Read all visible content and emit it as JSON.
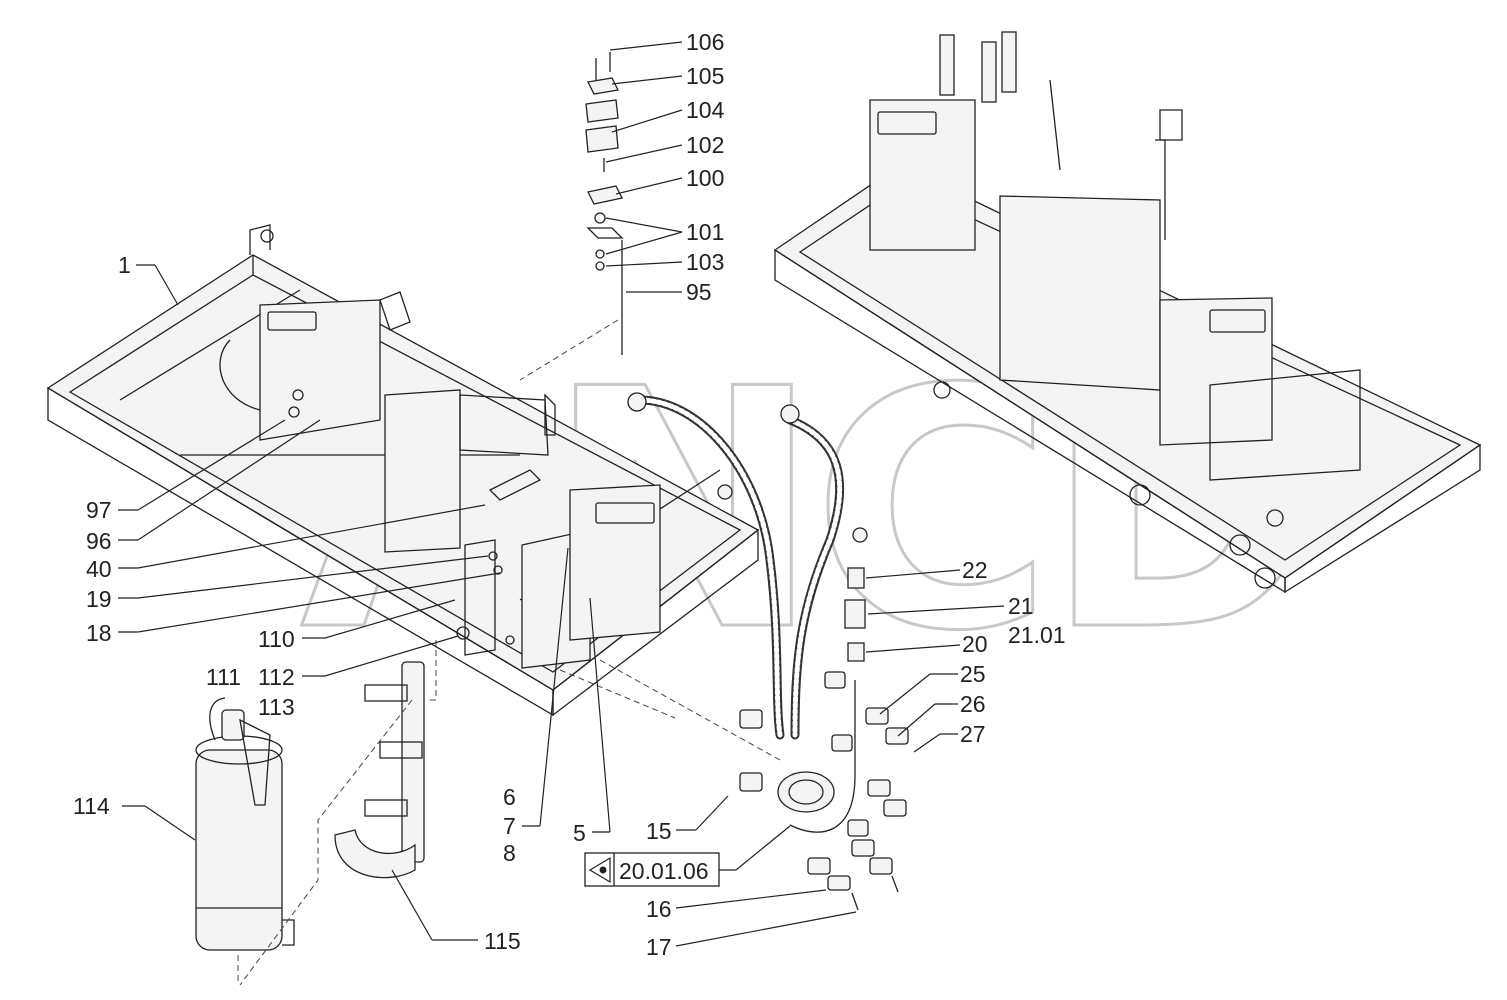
{
  "watermark": {
    "text": "ANCD",
    "trademark": "™"
  },
  "reference_box": {
    "label": "20.01.06",
    "icon": "eye-icon"
  },
  "callouts": [
    "1",
    "106",
    "105",
    "104",
    "102",
    "100",
    "101",
    "103",
    "95",
    "97",
    "96",
    "40",
    "19",
    "18",
    "110",
    "111",
    "112",
    "113",
    "114",
    "115",
    "6",
    "7",
    "8",
    "5",
    "15",
    "16",
    "17",
    "22",
    "21",
    "21.01",
    "20",
    "25",
    "26",
    "27"
  ]
}
